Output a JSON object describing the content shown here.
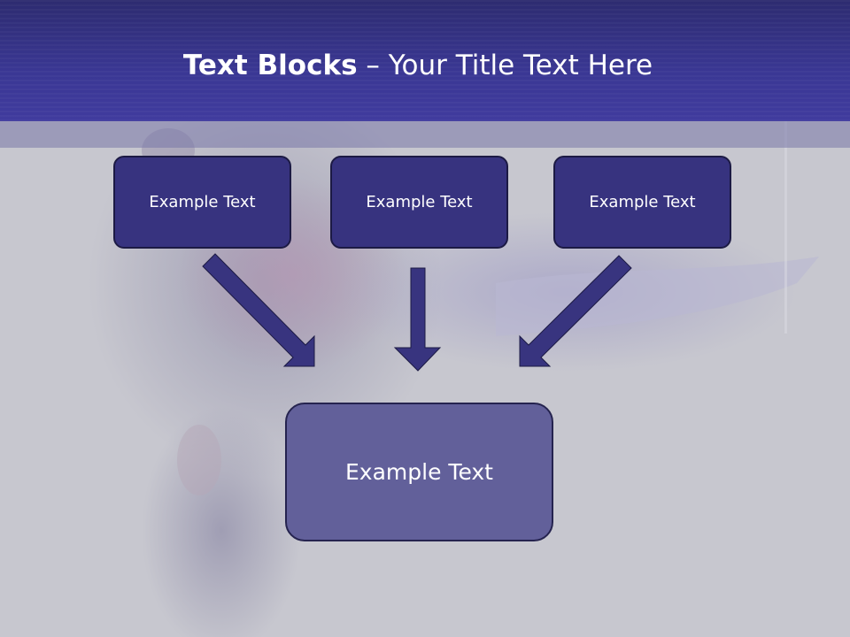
{
  "title": {
    "bold_part": "Text Blocks",
    "separator": " – ",
    "regular_part": "Your Title Text Here"
  },
  "top_boxes": [
    {
      "label": "Example Text"
    },
    {
      "label": "Example Text"
    },
    {
      "label": "Example Text"
    }
  ],
  "bottom_box": {
    "label": "Example Text"
  },
  "colors": {
    "title_band": "#3a3794",
    "box_fill": "#37337f",
    "bottom_box_fill": "#62609a",
    "arrow": "#38347f"
  }
}
